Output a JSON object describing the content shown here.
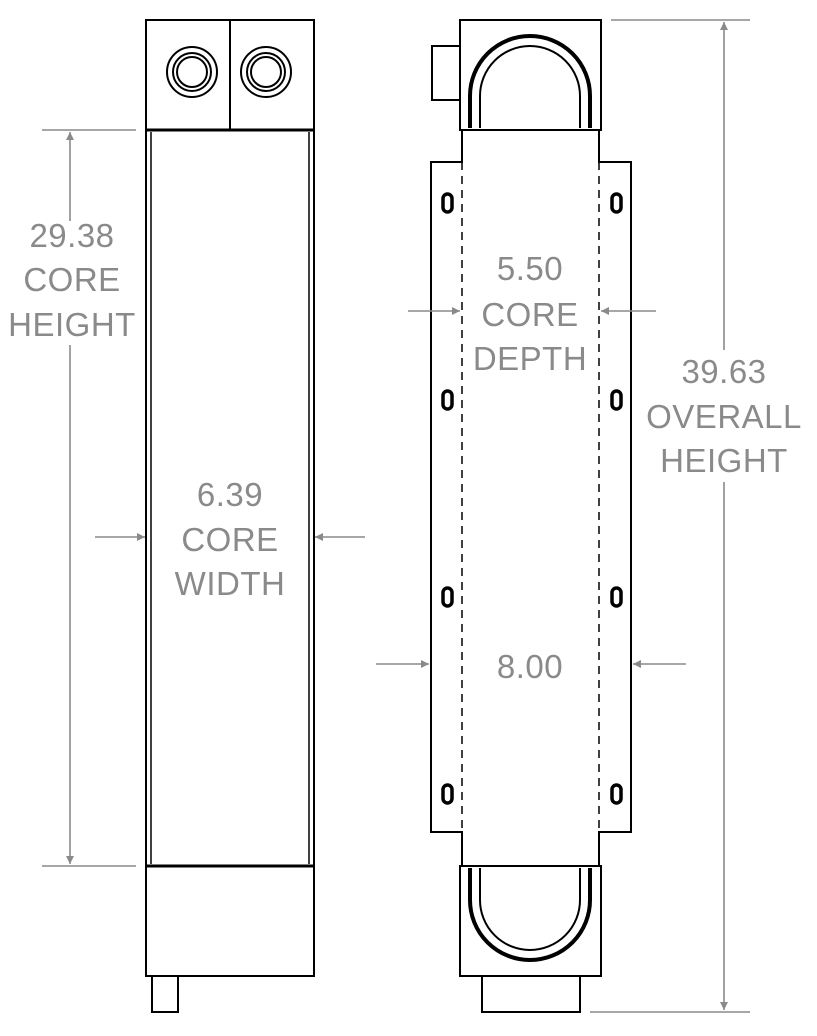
{
  "dimensions": {
    "core_height": {
      "value": "29.38",
      "line1": "CORE",
      "line2": "HEIGHT"
    },
    "core_width": {
      "value": "6.39",
      "line1": "CORE",
      "line2": "WIDTH"
    },
    "core_depth": {
      "value": "5.50",
      "line1": "CORE",
      "line2": "DEPTH"
    },
    "overall_height": {
      "value": "39.63",
      "line1": "OVERALL",
      "line2": "HEIGHT"
    },
    "overall_depth": {
      "value": "8.00"
    }
  },
  "colors": {
    "outline": "#000000",
    "dimension": "#8a8a8a",
    "background": "#ffffff"
  }
}
